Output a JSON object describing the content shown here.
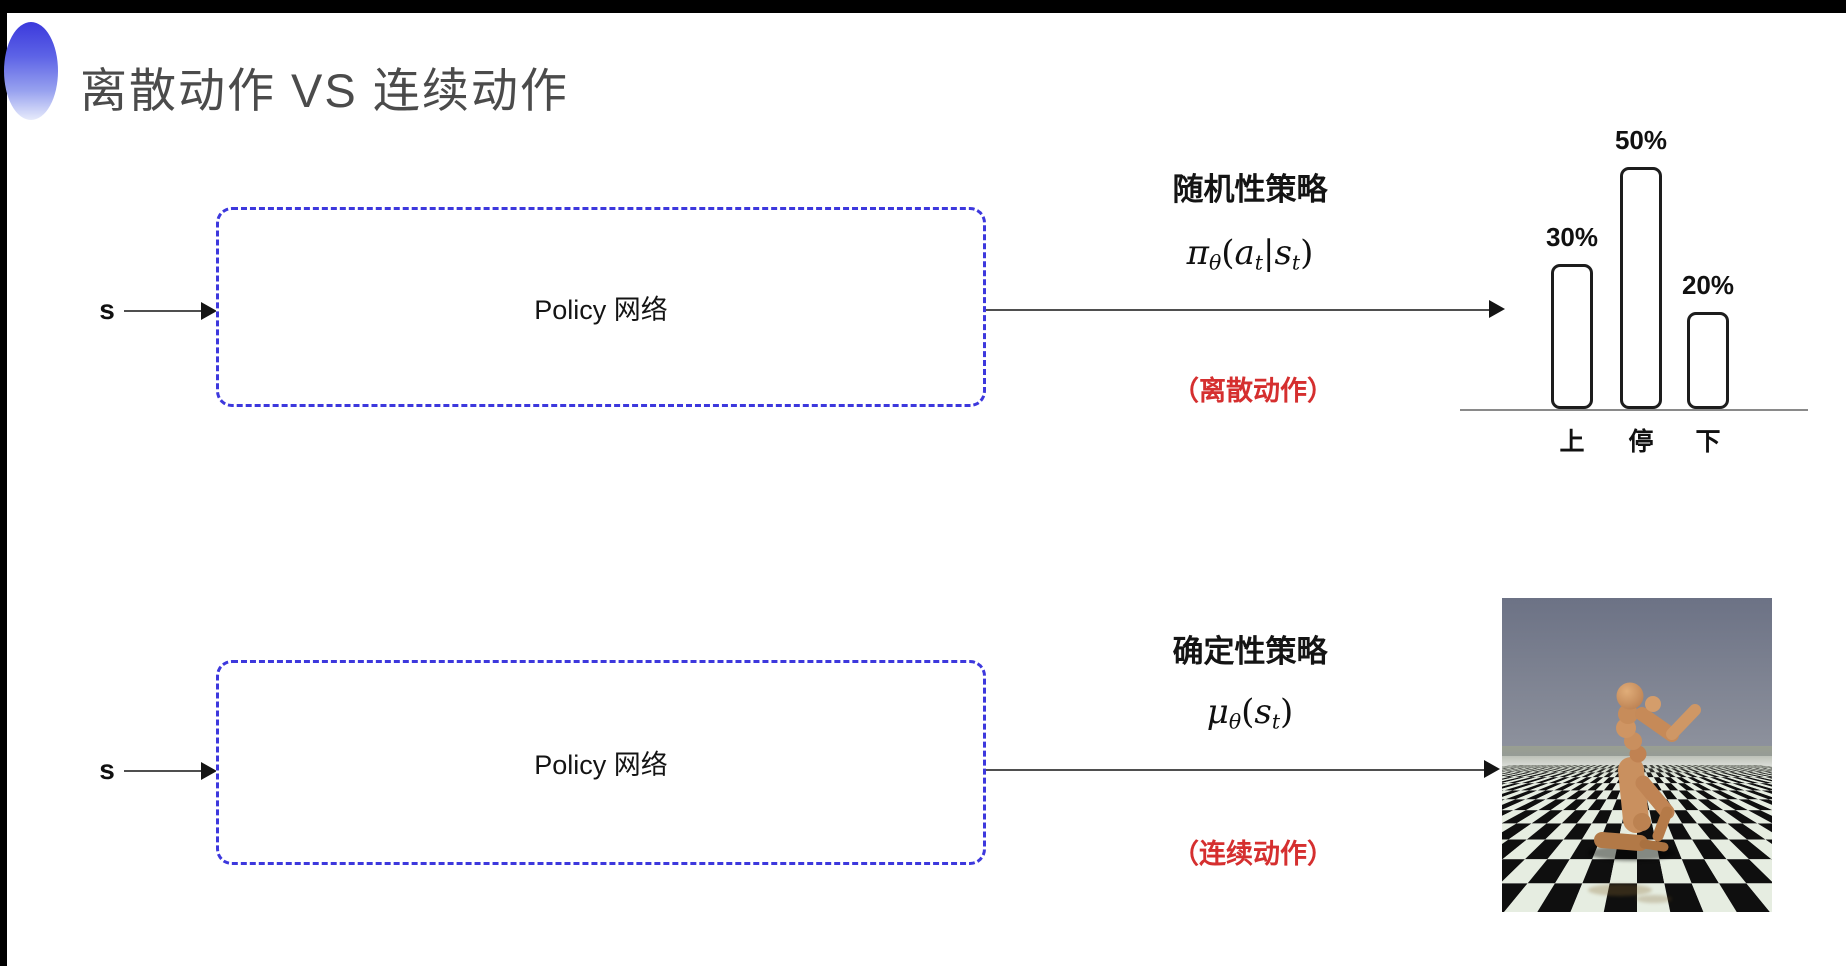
{
  "slide": {
    "title": "离散动作 VS 连续动作"
  },
  "top_row": {
    "input_label": "s",
    "box_label": "Policy 网络",
    "policy_name": "随机性策略",
    "formula": [
      {
        "t": "π",
        "i": true
      },
      {
        "t": "θ",
        "i": true,
        "sub": true
      },
      {
        "t": "("
      },
      {
        "t": "a",
        "i": true
      },
      {
        "t": "t",
        "i": true,
        "sub": true
      },
      {
        "t": "|"
      },
      {
        "t": "s",
        "i": true
      },
      {
        "t": "t",
        "i": true,
        "sub": true
      },
      {
        "t": ")"
      }
    ],
    "annotation": "（离散动作）"
  },
  "bottom_row": {
    "input_label": "s",
    "box_label": "Policy 网络",
    "policy_name": "确定性策略",
    "formula": [
      {
        "t": "μ",
        "i": true
      },
      {
        "t": "θ",
        "i": true,
        "sub": true
      },
      {
        "t": "("
      },
      {
        "t": "s",
        "i": true
      },
      {
        "t": "t",
        "i": true,
        "sub": true
      },
      {
        "t": ")"
      }
    ],
    "annotation": "（连续动作）"
  },
  "chart_data": {
    "type": "bar",
    "title": "",
    "categories": [
      "上",
      "停",
      "下"
    ],
    "values": [
      30,
      50,
      20
    ],
    "value_labels": [
      "30%",
      "50%",
      "20%"
    ],
    "unit": "%",
    "xlabel": "",
    "ylabel": "",
    "ylim": [
      0,
      60
    ],
    "grid": false,
    "bar_fill": "#ffffff",
    "bar_stroke": "#1d1d1d"
  },
  "figure": {
    "alt": "humanoid-robot-running-on-checkerboard-floor"
  },
  "colors": {
    "accent_blue_dash": "#3d38dd",
    "annotation_red": "#d52f2f",
    "title_gray": "#4b4b4b",
    "arrow_line": "#4f4f4f",
    "bullet_blue": "#3b39dc",
    "sky_top": "#6c7285",
    "sky_bottom": "#8f939e",
    "floor_light": "#e6ede1",
    "floor_dark": "#0f0f0f",
    "robot_copper": "#c9905f"
  }
}
